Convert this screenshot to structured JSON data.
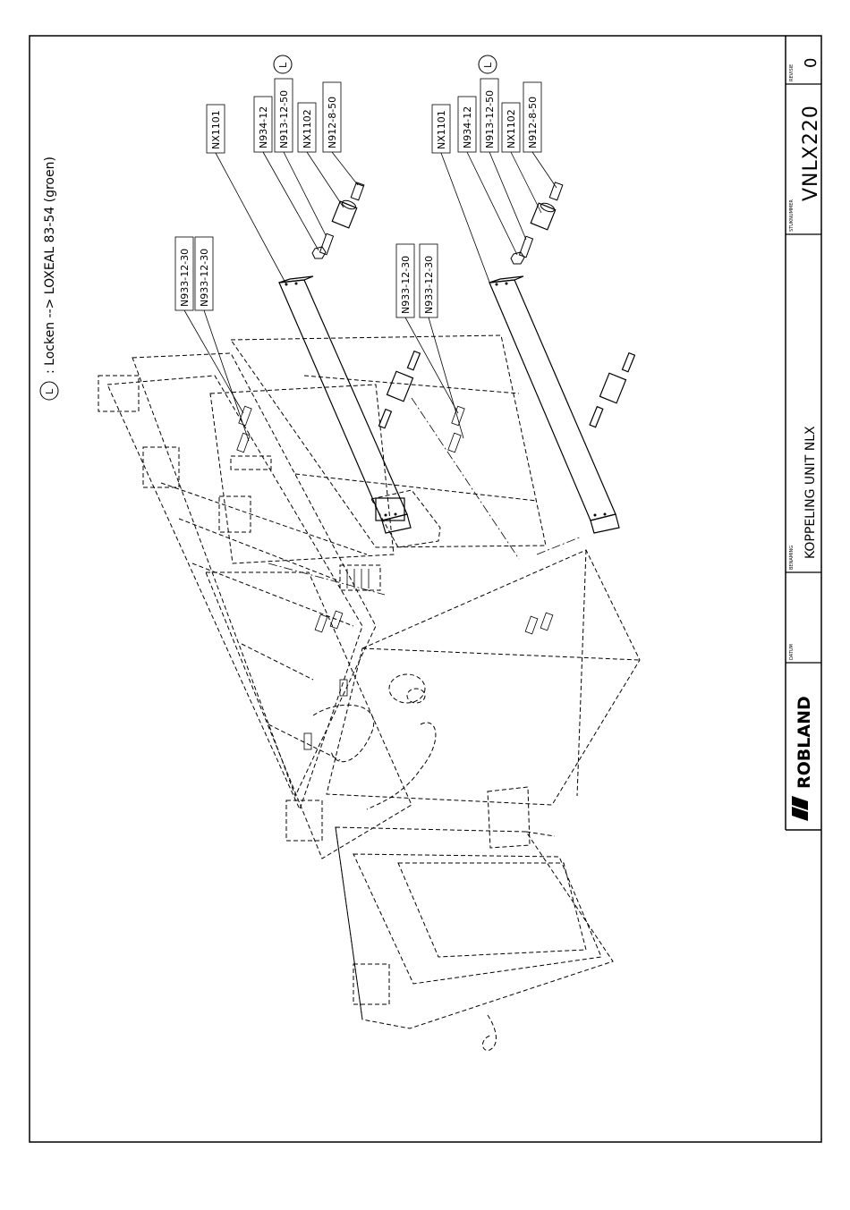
{
  "note": {
    "symbol": "L",
    "text": ": Locken --> LOXEAL 83-54 (groen)"
  },
  "callouts": {
    "upper": {
      "N933_a": "N933-12-30",
      "N933_b": "N933-12-30",
      "NX1101": "NX1101",
      "N934": "N934-12",
      "N913": "N913-12-50",
      "NX1102": "NX1102",
      "N912": "N912-8-50",
      "lock_symbol": "L"
    },
    "lower": {
      "N933_a": "N933-12-30",
      "N933_b": "N933-12-30",
      "NX1101": "NX1101",
      "N934": "N934-12",
      "N913": "N913-12-50",
      "NX1102": "NX1102",
      "N912": "N912-8-50",
      "lock_symbol": "L"
    }
  },
  "title_block": {
    "brand": "ROBLAND",
    "datum_label": "DATUM",
    "benaming_label": "BENAMING",
    "benaming": "KOPPELING UNIT NLX",
    "stuknummer_label": "STUKNUMMER",
    "stuknummer": "VNLX220",
    "revisie_label": "REVISIE",
    "revisie": "0"
  }
}
